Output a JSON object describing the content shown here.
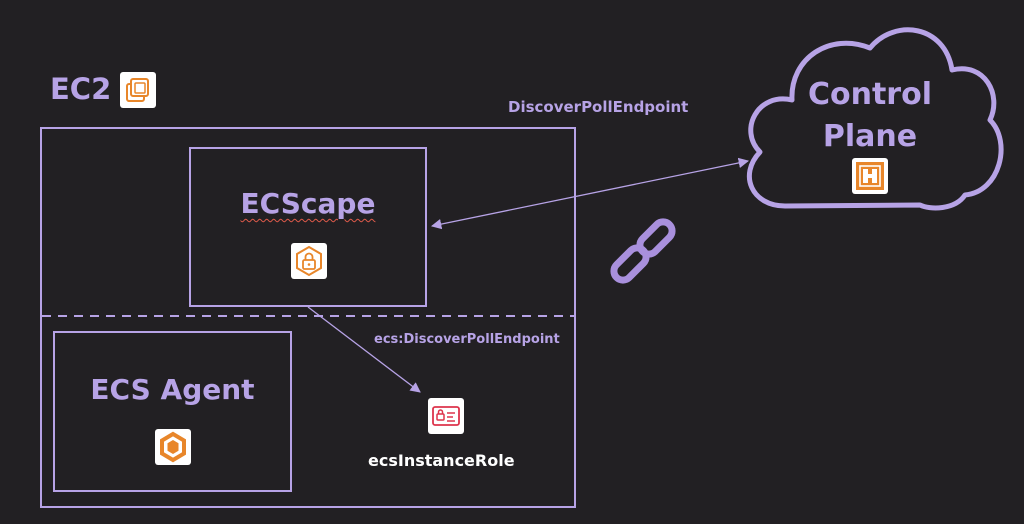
{
  "ec2": {
    "label": "EC2"
  },
  "ecscape": {
    "label": "ECScape"
  },
  "agent": {
    "label": "ECS Agent"
  },
  "role": {
    "label": "ecsInstanceRole"
  },
  "control_plane": {
    "line1": "Control",
    "line2": "Plane"
  },
  "edges": {
    "top": "DiscoverPollEndpoint",
    "inner": "ecs:DiscoverPollEndpoint"
  },
  "colors": {
    "background": "#222023",
    "accent": "#b7a3e6",
    "aws_orange": "#e8862a",
    "aws_red": "#dd344c",
    "white": "#ffffff"
  },
  "icons": {
    "ec2": "ec2-instances-icon",
    "ecscape": "lock-hexagon-icon",
    "agent": "ecs-agent-hexagon-icon",
    "role": "iam-role-card-icon",
    "control_plane": "ecs-service-icon",
    "link": "chain-link-icon"
  }
}
